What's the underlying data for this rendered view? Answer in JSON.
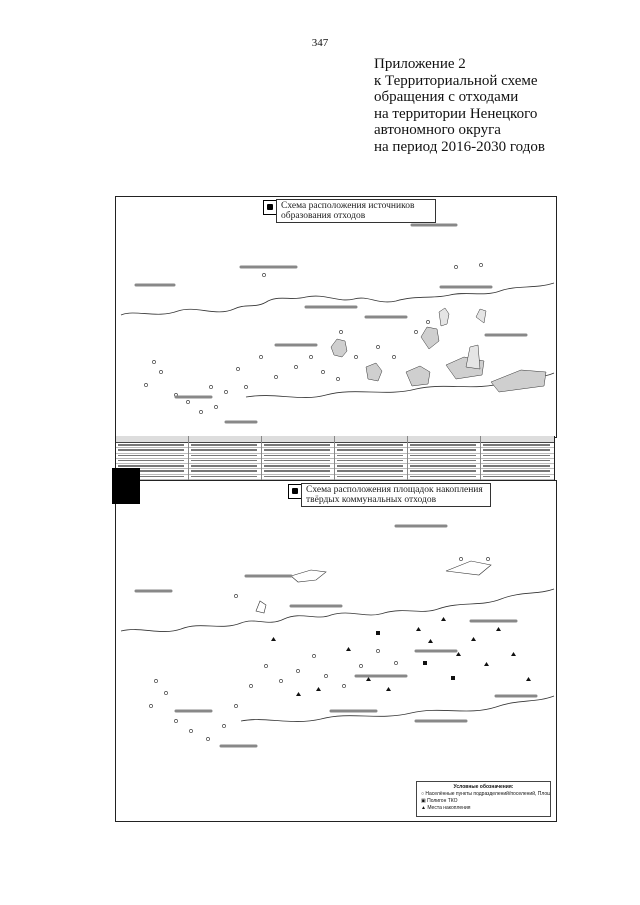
{
  "page_number": "347",
  "appendix": {
    "lines": [
      "Приложение 2",
      "к Территориальной схеме",
      "обращения с отходами",
      "на территории Ненецкого",
      "автономного округа",
      "на период 2016-2030 годов"
    ]
  },
  "map1": {
    "title_line1": "Схема расположения источников",
    "title_line2": "образования отходов"
  },
  "map2": {
    "title_line1": "Схема расположения площадок накопления",
    "title_line2": "твёрдых коммунальных отходов",
    "legend": {
      "title": "Условные обозначения:",
      "items": [
        "○ Населённые пункты подразделений/поселений, Площадки ТКО",
        "▣ Полигон ТКО",
        "▲ Места накопления"
      ]
    }
  }
}
